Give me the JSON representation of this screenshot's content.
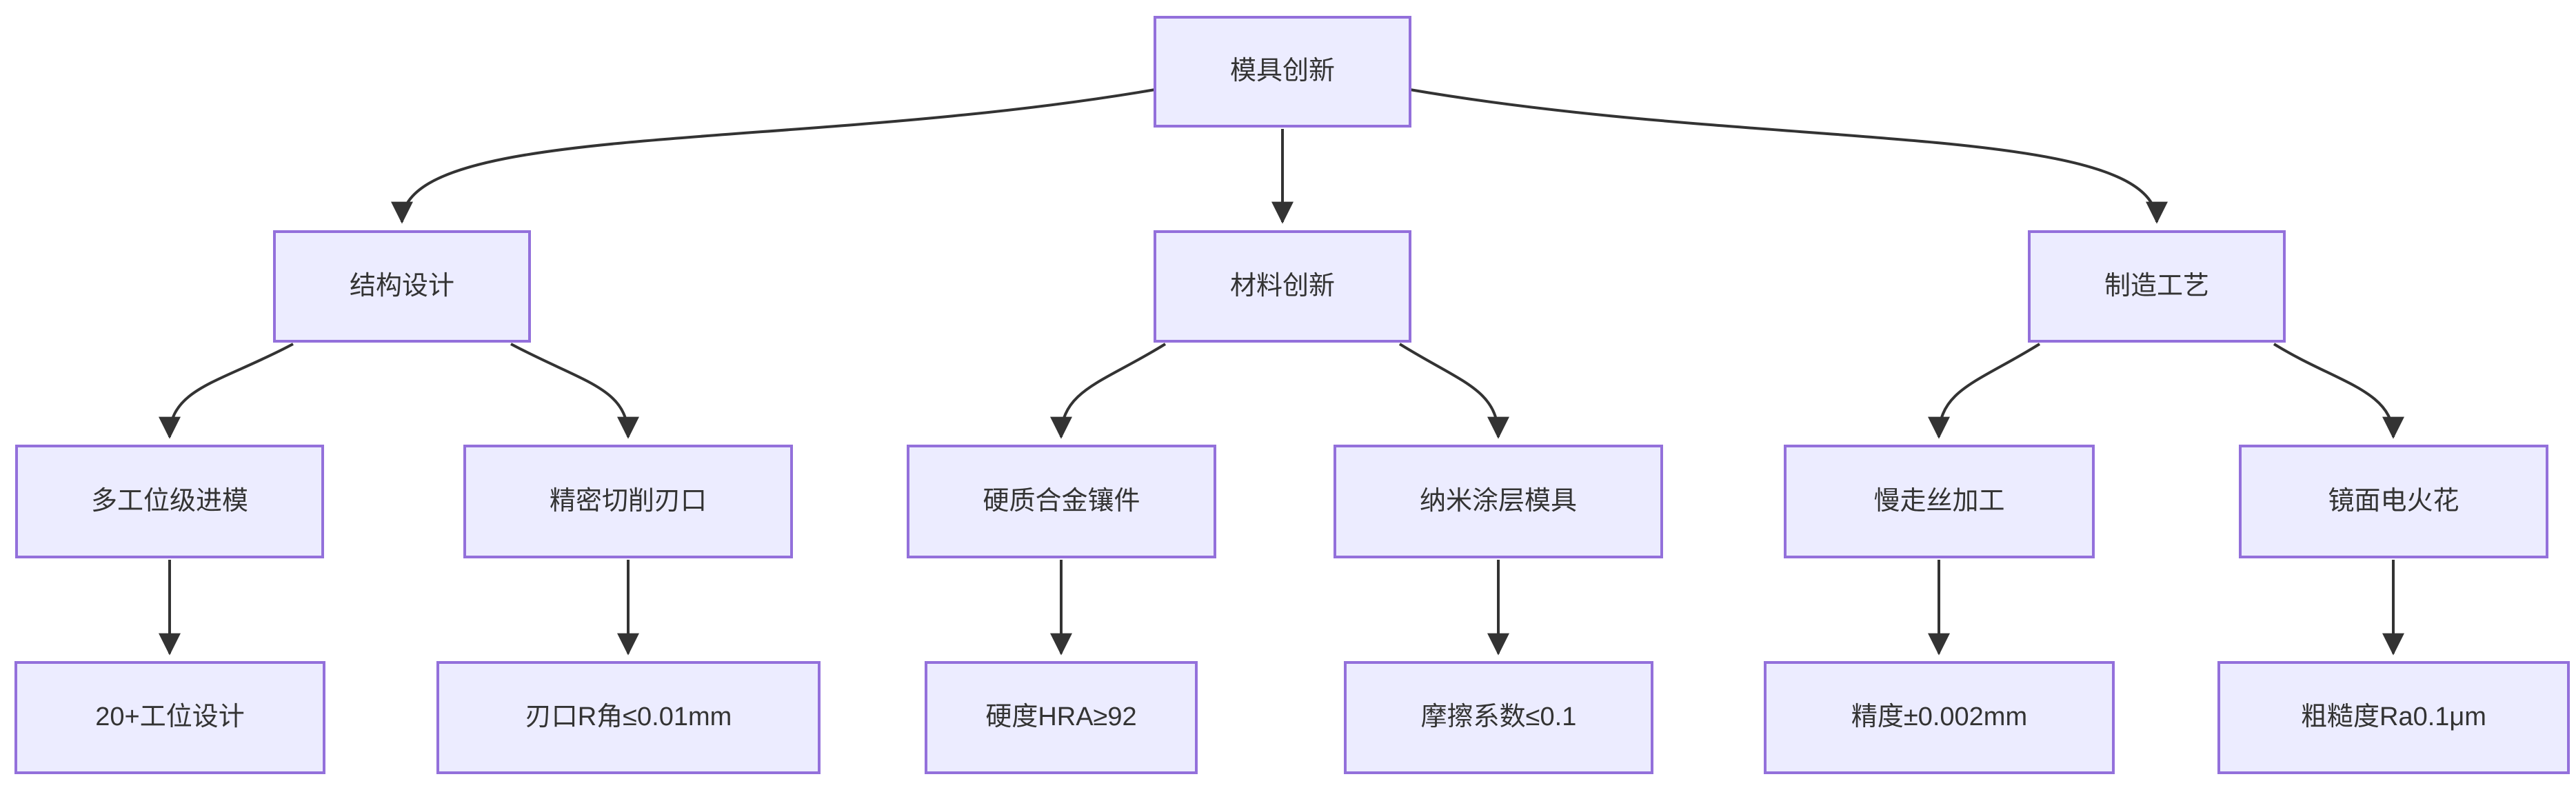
{
  "diagram": {
    "type": "flowchart-tree",
    "direction": "top-down",
    "colors": {
      "node_fill": "#ECECFF",
      "node_border": "#9370DB",
      "edge_line": "#333333",
      "text": "#333333",
      "background": "#ffffff"
    },
    "nodes": {
      "root": {
        "label": "模具创新"
      },
      "structure": {
        "label": "结构设计"
      },
      "material": {
        "label": "材料创新"
      },
      "process": {
        "label": "制造工艺"
      },
      "multi_station": {
        "label": "多工位级进模"
      },
      "precision_edge": {
        "label": "精密切削刃口"
      },
      "carbide_insert": {
        "label": "硬质合金镶件"
      },
      "nano_coating": {
        "label": "纳米涂层模具"
      },
      "wire_cut": {
        "label": "慢走丝加工"
      },
      "mirror_edm": {
        "label": "镜面电火花"
      },
      "station_design": {
        "label": "20+工位设计"
      },
      "edge_radius": {
        "label": "刃口R角≤0.01mm"
      },
      "hardness": {
        "label": "硬度HRA≥92"
      },
      "friction": {
        "label": "摩擦系数≤0.1"
      },
      "accuracy": {
        "label": "精度±0.002mm"
      },
      "roughness": {
        "label": "粗糙度Ra0.1μm"
      }
    },
    "edges": [
      {
        "from": "模具创新",
        "to": "结构设计"
      },
      {
        "from": "模具创新",
        "to": "材料创新"
      },
      {
        "from": "模具创新",
        "to": "制造工艺"
      },
      {
        "from": "结构设计",
        "to": "多工位级进模"
      },
      {
        "from": "结构设计",
        "to": "精密切削刃口"
      },
      {
        "from": "材料创新",
        "to": "硬质合金镶件"
      },
      {
        "from": "材料创新",
        "to": "纳米涂层模具"
      },
      {
        "from": "制造工艺",
        "to": "慢走丝加工"
      },
      {
        "from": "制造工艺",
        "to": "镜面电火花"
      },
      {
        "from": "多工位级进模",
        "to": "20+工位设计"
      },
      {
        "from": "精密切削刃口",
        "to": "刃口R角≤0.01mm"
      },
      {
        "from": "硬质合金镶件",
        "to": "硬度HRA≥92"
      },
      {
        "from": "纳米涂层模具",
        "to": "摩擦系数≤0.1"
      },
      {
        "from": "慢走丝加工",
        "to": "精度±0.002mm"
      },
      {
        "from": "镜面电火花",
        "to": "粗糙度Ra0.1μm"
      }
    ]
  }
}
